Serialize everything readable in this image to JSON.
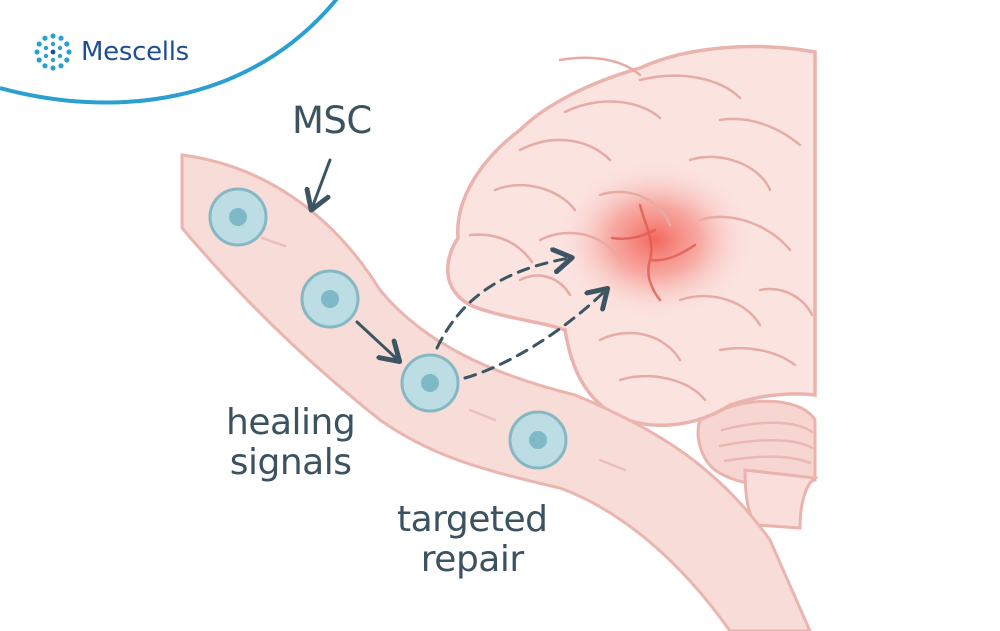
{
  "brand": {
    "name": "Mescells",
    "logo_icon": "cell-cluster-icon",
    "text_color": "#1f4f93",
    "accent_color": "#2a9fd0"
  },
  "labels": {
    "msc": "MSC",
    "healing": [
      "healing",
      "signals"
    ],
    "repair": [
      "targeted",
      "repair"
    ]
  },
  "colors": {
    "vessel": "#f7dcd8",
    "vessel_outline": "#eab5ae",
    "brain": "#fbe3e0",
    "brain_outline": "#ebb3ad",
    "cell_fill": "#bcdde3",
    "cell_nucleus": "#7fb9c6",
    "arrow": "#3d5562",
    "injury_glow": "#f25a50"
  }
}
